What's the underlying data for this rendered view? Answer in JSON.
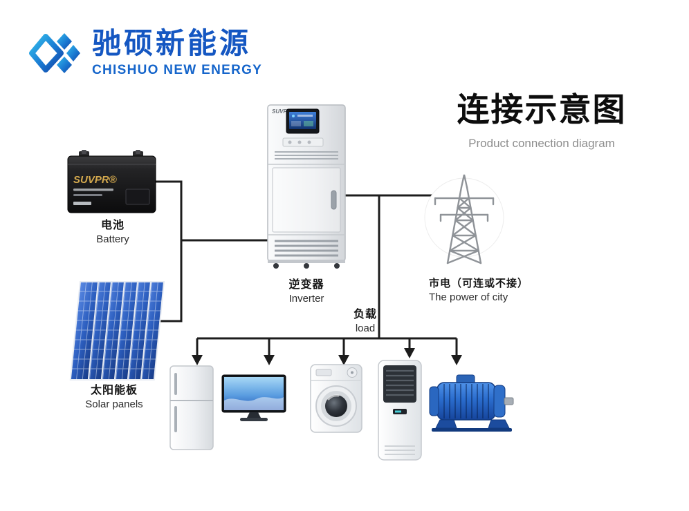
{
  "brand": {
    "name_cn": "驰硕新能源",
    "name_en": "CHISHUO NEW ENERGY",
    "color": "#1557c2",
    "logo_icon": "diamond-cluster"
  },
  "header": {
    "title_cn": "连接示意图",
    "subtitle_en": "Product connection diagram"
  },
  "diagram": {
    "line_color": "#1c1c1c",
    "nodes": {
      "battery": {
        "label_cn": "电池",
        "label_en": "Battery",
        "device_text": "SUVPR®"
      },
      "solar_panels": {
        "label_cn": "太阳能板",
        "label_en": "Solar panels"
      },
      "inverter": {
        "label_cn": "逆变器",
        "label_en": "Inverter",
        "device_text": "SUVPR"
      },
      "city_power": {
        "label_cn": "市电（可连或不接）",
        "label_en": "The power of city"
      },
      "load": {
        "label_cn": "负载",
        "label_en": "load"
      }
    },
    "appliance_icons": [
      "refrigerator-icon",
      "computer-monitor-icon",
      "washing-machine-icon",
      "air-conditioner-icon",
      "electric-motor-icon"
    ],
    "connections": [
      "battery - inverter",
      "solar_panels - inverter",
      "inverter - city_power",
      "inverter - load bus - appliances"
    ]
  },
  "colors": {
    "solar_panel_blue": "#2d5fc0",
    "motor_blue": "#2a6ccd",
    "screen_blue": "#3f7fd9",
    "battery_gold": "#d4a94e",
    "tower_gray": "#8f9398",
    "subtitle_gray": "#8d8d8d"
  }
}
